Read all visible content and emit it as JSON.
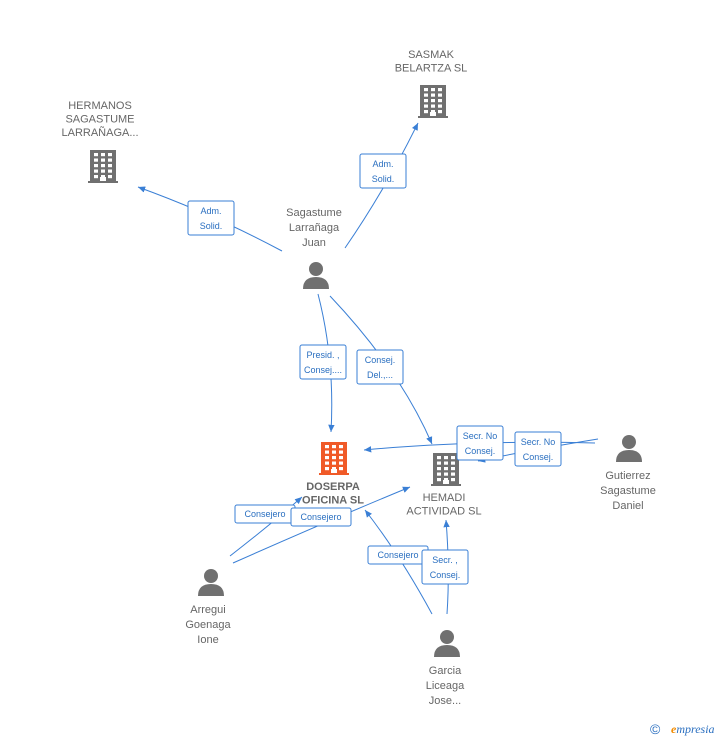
{
  "colors": {
    "edge": "#3a7fd5",
    "building": "#707070",
    "building_main": "#f05a28",
    "person": "#707070",
    "label": "#666666"
  },
  "nodes": [
    {
      "id": "hermanos",
      "type": "company",
      "lines": [
        "HERMANOS",
        "SAGASTUME",
        "LARRAÑAGA..."
      ],
      "icon": "building-icon"
    },
    {
      "id": "sasmak",
      "type": "company",
      "lines": [
        "SASMAK",
        "BELARTZA SL"
      ],
      "icon": "building-icon"
    },
    {
      "id": "doserpa",
      "type": "company",
      "main": true,
      "lines": [
        "DOSERPA",
        "OFICINA SL"
      ],
      "icon": "building-icon"
    },
    {
      "id": "hemadi",
      "type": "company",
      "lines": [
        "HEMADI",
        "ACTIVIDAD SL"
      ],
      "icon": "building-icon"
    },
    {
      "id": "juan",
      "type": "person",
      "lines": [
        "Sagastume",
        "Larrañaga",
        "Juan"
      ],
      "icon": "person-icon"
    },
    {
      "id": "daniel",
      "type": "person",
      "lines": [
        "Gutierrez",
        "Sagastume",
        "Daniel"
      ],
      "icon": "person-icon"
    },
    {
      "id": "ione",
      "type": "person",
      "lines": [
        "Arregui",
        "Goenaga",
        "Ione"
      ],
      "icon": "person-icon"
    },
    {
      "id": "jose",
      "type": "person",
      "lines": [
        "Garcia",
        "Liceaga",
        "Jose..."
      ],
      "icon": "person-icon"
    }
  ],
  "edges": [
    {
      "from": "juan",
      "to": "hermanos",
      "label": [
        "Adm.",
        "Solid."
      ]
    },
    {
      "from": "juan",
      "to": "sasmak",
      "label": [
        "Adm.",
        "Solid."
      ]
    },
    {
      "from": "juan",
      "to": "doserpa",
      "label": [
        "Presid. ,",
        "Consej...."
      ]
    },
    {
      "from": "juan",
      "to": "hemadi",
      "label": [
        "Consej.",
        "Del.,..."
      ]
    },
    {
      "from": "daniel",
      "to": "doserpa",
      "label": [
        "Secr. No",
        "Consej."
      ]
    },
    {
      "from": "daniel",
      "to": "hemadi",
      "label": [
        "Secr. No",
        "Consej."
      ]
    },
    {
      "from": "ione",
      "to": "doserpa",
      "label": [
        "Consejero"
      ]
    },
    {
      "from": "ione",
      "to": "hemadi",
      "label": [
        "Consejero"
      ]
    },
    {
      "from": "jose",
      "to": "doserpa",
      "label": [
        "Consejero"
      ]
    },
    {
      "from": "jose",
      "to": "hemadi",
      "label": [
        "Secr. ,",
        "Consej."
      ]
    }
  ],
  "footer": {
    "copyright": "©",
    "brand_first": "e",
    "brand_rest": "mpresia"
  }
}
